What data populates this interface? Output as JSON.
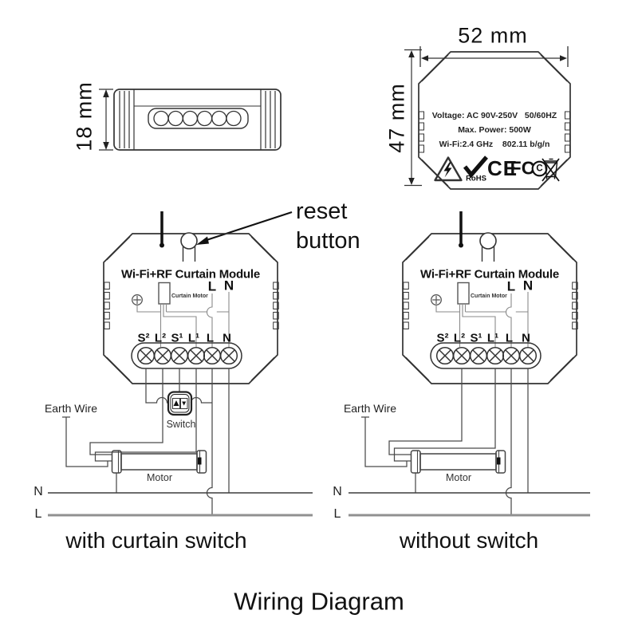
{
  "ink": "#1a1a1a",
  "side_view": {
    "height_label": "18 mm"
  },
  "front_view": {
    "width_label": "52 mm",
    "height_label": "47 mm",
    "spec_lines": [
      "Voltage: AC 90V-250V   50/60HZ",
      "Max. Power: 500W",
      "Wi-Fi:2.4 GHz    802.11 b/g/n"
    ],
    "certifications": {
      "rohs_label": "RoHS",
      "ce_label": "CE",
      "fcc_label": "FC",
      "fcc_inner_c": "C"
    }
  },
  "annotations": {
    "reset_button": "reset button"
  },
  "diagrams": {
    "left": {
      "title": "Wi-Fi+RF Curtain Module",
      "motor_box_label": "Curtain Motor",
      "internal_live": "L",
      "internal_neutral": "N",
      "terminals": [
        "S²",
        "L²",
        "S¹",
        "L¹",
        "L",
        "N"
      ],
      "earth_wire": "Earth Wire",
      "switch": "Switch",
      "motor": "Motor",
      "bus_neutral": "N",
      "bus_live": "L",
      "caption": "with curtain switch"
    },
    "right": {
      "title": "Wi-Fi+RF Curtain Module",
      "motor_box_label": "Curtain Motor",
      "internal_live": "L",
      "internal_neutral": "N",
      "terminals": [
        "S²",
        "L²",
        "S¹",
        "L¹",
        "L",
        "N"
      ],
      "earth_wire": "Earth Wire",
      "motor": "Motor",
      "bus_neutral": "N",
      "bus_live": "L",
      "caption": "without switch"
    }
  },
  "page_title": "Wiring Diagram"
}
